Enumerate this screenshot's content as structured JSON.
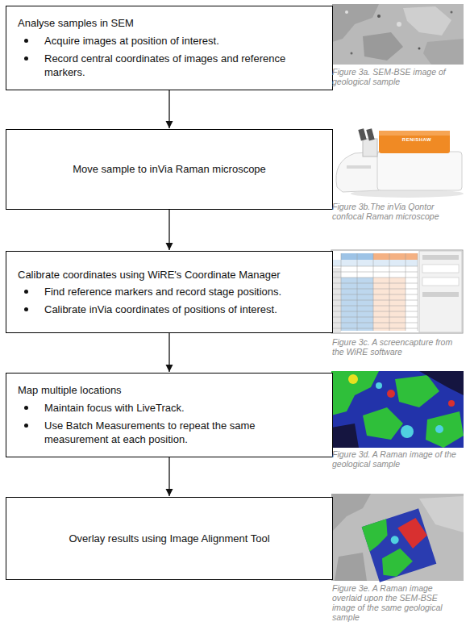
{
  "diagram": {
    "nodes": [
      {
        "text": [
          "Analyse samples in SEM",
          "Acquire images at position of interest.",
          "Record central coordinates of images and reference markers."
        ]
      },
      {
        "text": [
          "Move sample to inVia Raman microscope"
        ]
      },
      {
        "text": [
          "Calibrate coordinates using WiRE's Coordinate Manager",
          "Find reference markers and record stage positions.",
          "Calibrate inVia coordinates of positions of interest."
        ]
      },
      {
        "text": [
          "Map multiple locations",
          "Maintain focus with LiveTrack.",
          "Use Batch Measurements to repeat the same measurement at each position."
        ]
      },
      {
        "text": [
          "Overlay results using Image Alignment Tool"
        ]
      }
    ],
    "edges": [
      {
        "from": 0,
        "to": 1,
        "arrow": "to"
      },
      {
        "from": 1,
        "to": 2,
        "arrow": "to"
      },
      {
        "from": 2,
        "to": 3,
        "arrow": "to"
      },
      {
        "from": 3,
        "to": 4,
        "arrow": "to"
      }
    ],
    "labels": [
      "Figure 3a. SEM-BSE image of geological sample",
      "RENISHAW",
      "Figure 3b.The inVia Qontor confocal Raman microscope",
      "Figure 3c. A screencapture from the WiRE software",
      "Figure 3d. A Raman image of the geological sample",
      "Figure 3e. A Raman image overlaid upon the SEM-BSE image of the same geological sample"
    ]
  }
}
